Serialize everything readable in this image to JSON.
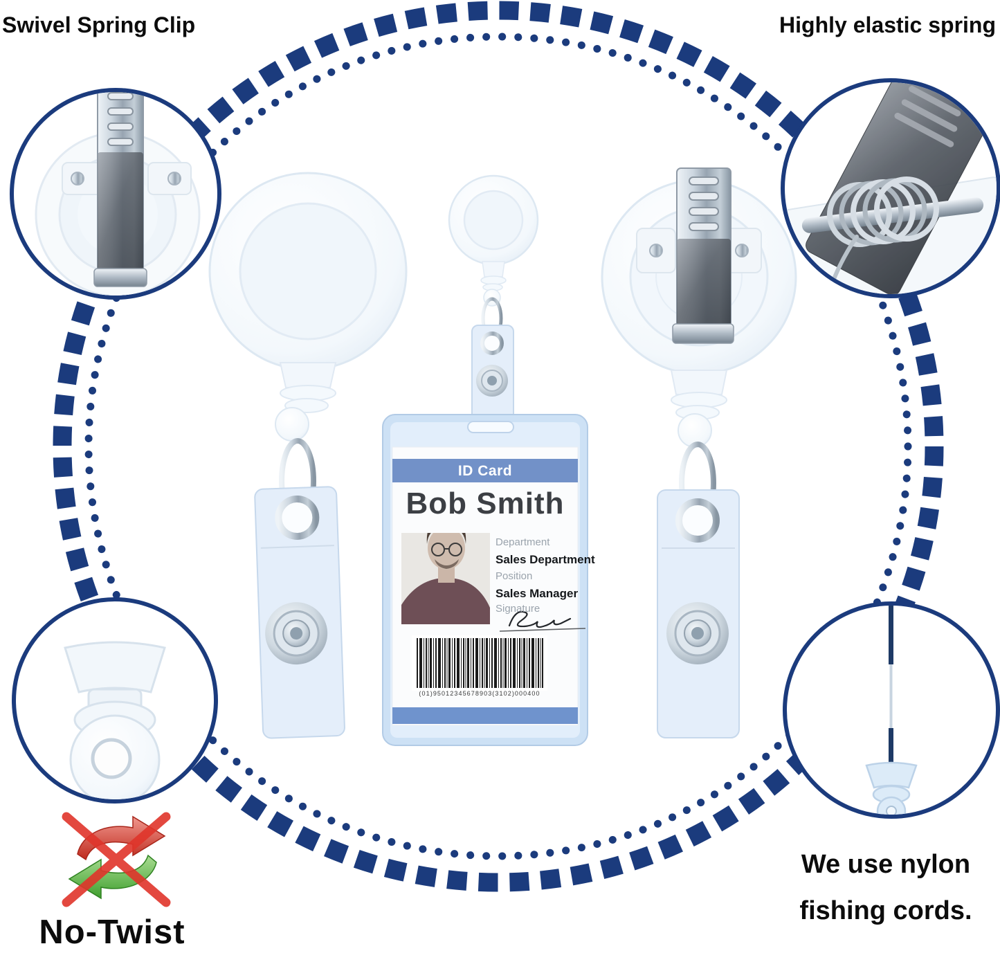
{
  "image_alt": "Retractable badge reel with ID card holder feature infographic",
  "colors": {
    "accent_navy": "#1b3b7d",
    "card_header_blue": "#7291c8",
    "card_footer_blue": "#6f93cd",
    "holder_light_blue": "#d9e9fa",
    "no_twist_red": "#d6352b",
    "no_twist_green": "#54ae3c"
  },
  "callouts": {
    "top_left": {
      "label": "Swivel Spring Clip",
      "icon": "swivel-clip-photo"
    },
    "top_right": {
      "label": "Highly elastic spring",
      "icon": "spring-closeup-photo"
    },
    "bottom_left": {
      "label": "No-Twist",
      "icon": "no-twist-crossed-arrows"
    },
    "bottom_right": {
      "line1": "We use nylon",
      "line2": "fishing cords.",
      "icon": "nylon-cord-photo"
    }
  },
  "id_card": {
    "header": "ID Card",
    "name": "Bob Smith",
    "fields": [
      {
        "label": "Department",
        "value": "Sales Department"
      },
      {
        "label": "Position",
        "value": "Sales Manager"
      },
      {
        "label": "Signature",
        "value": ""
      }
    ],
    "barcode_text": "(01)95012345678903(3102)000400"
  }
}
